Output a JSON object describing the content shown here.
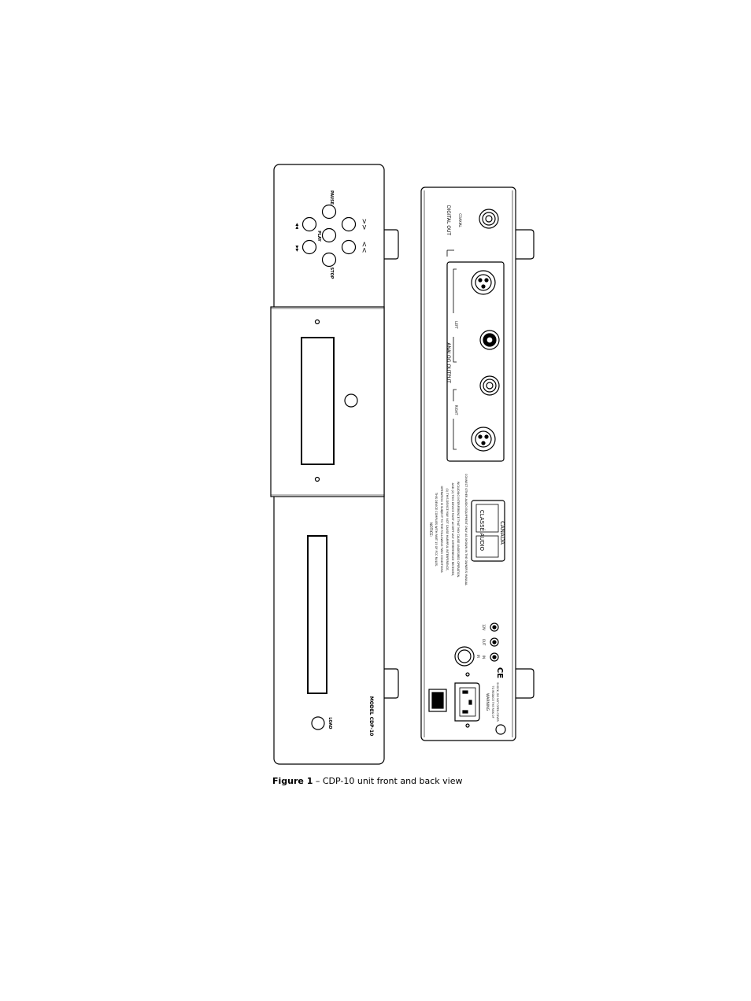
{
  "figure": {
    "caption_label": "Figure 1",
    "caption_text": " – CDP-10 unit front and back view"
  },
  "front_panel": {
    "button_labels": {
      "pause": "PAUSE",
      "play": "PLAY",
      "stop": "STOP",
      "next_track": ">>",
      "prev_track": "<<",
      "skip_forward": "▶▶",
      "skip_back": "◀◀"
    },
    "model_label": "MODEL CDP-10",
    "load_label": "LOAD"
  },
  "back_panel": {
    "digital_out_title": "DIGITAL OUT",
    "coaxial_label": "COAXIAL",
    "analog_output_title": "ANALOG OUTPUT",
    "left_label": "LEFT",
    "right_label": "RIGHT",
    "notice_title": "NOTICE:",
    "notice_lines": [
      "THIS DEVICE COMPLIES WITH PART 15 OF FCC RULES.",
      "OPERATION IS SUBJECT TO THE FOLLOWING TWO CONDITIONS:",
      "(1) THIS DEVICE MAY NOT CAUSE HARMFUL INTERFERENCE,",
      "AND (2) THIS DEVICE MUST ACCEPT ANY INTERFERENCE RECEIVED,",
      "INCLUDING INTERFERENCE THAT MAY CAUSE UNDESIRED OPERATION.",
      "CONNECT OTHER AUDIO EQUIPMENT ONLY AS SHOWN IN THE OWNER'S MANUAL"
    ],
    "brand_label": "CLASSÉ AUDIO",
    "country_label": "CANADA",
    "io_labels": {
      "ir": "IR",
      "in": "IN",
      "out": "OUT",
      "twelve_volt": "12V"
    },
    "warning_title": "WARNING",
    "warning_lines": [
      "TO REDUCE THE RISK OF",
      "SHOCK, DO NOT OPEN COVER"
    ],
    "ce_mark": "CE"
  },
  "colors": {
    "line": "#000000",
    "background": "#ffffff"
  }
}
